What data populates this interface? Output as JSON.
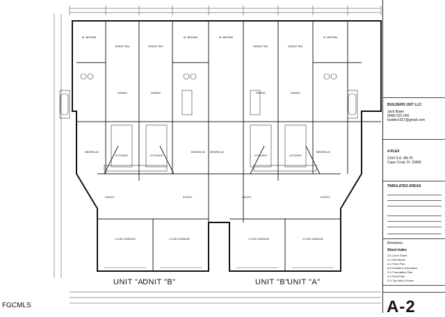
{
  "plan": {
    "unit_labels": [
      "UNIT \"A\"",
      "UNIT \"B\"",
      "UNIT \"B\"",
      "UNIT \"A\""
    ],
    "room_labels": {
      "m_bedrm": "M. BEDRM",
      "great_rm": "GREAT RM.",
      "dining": "DINING",
      "kitchen": "KITCHEN",
      "bedrm2": "BEDRM #2",
      "entry": "ENTRY",
      "garage": "1-CAR GARAGE"
    }
  },
  "title_block": {
    "builder_name": "BUILDERS 1927 LLC",
    "builder_contact": [
      "Jack Bayle",
      "(848) 522-055",
      "builder1927@gmail.com"
    ],
    "project_name": "4-PLEX",
    "project_address": [
      "2104 S.E. 8th Pl.",
      "Cape Coral, FL 33990"
    ],
    "tabulated_areas_heading": "TABULATED AREAS",
    "sheet_index_heading": "Sheet Index",
    "sheet_index": [
      "C0 Cover Sheet",
      "A-1 Elevations",
      "A-2 Floor Plan",
      "A-3 Details & Schedules",
      "S-1 Foundation Plan",
      "S-2 Roof Plan",
      "S-3 Typ Wall & Notes"
    ],
    "revisions_heading": "Revisions:",
    "sheet_number": "A-2"
  },
  "watermark": "FGCMLS"
}
